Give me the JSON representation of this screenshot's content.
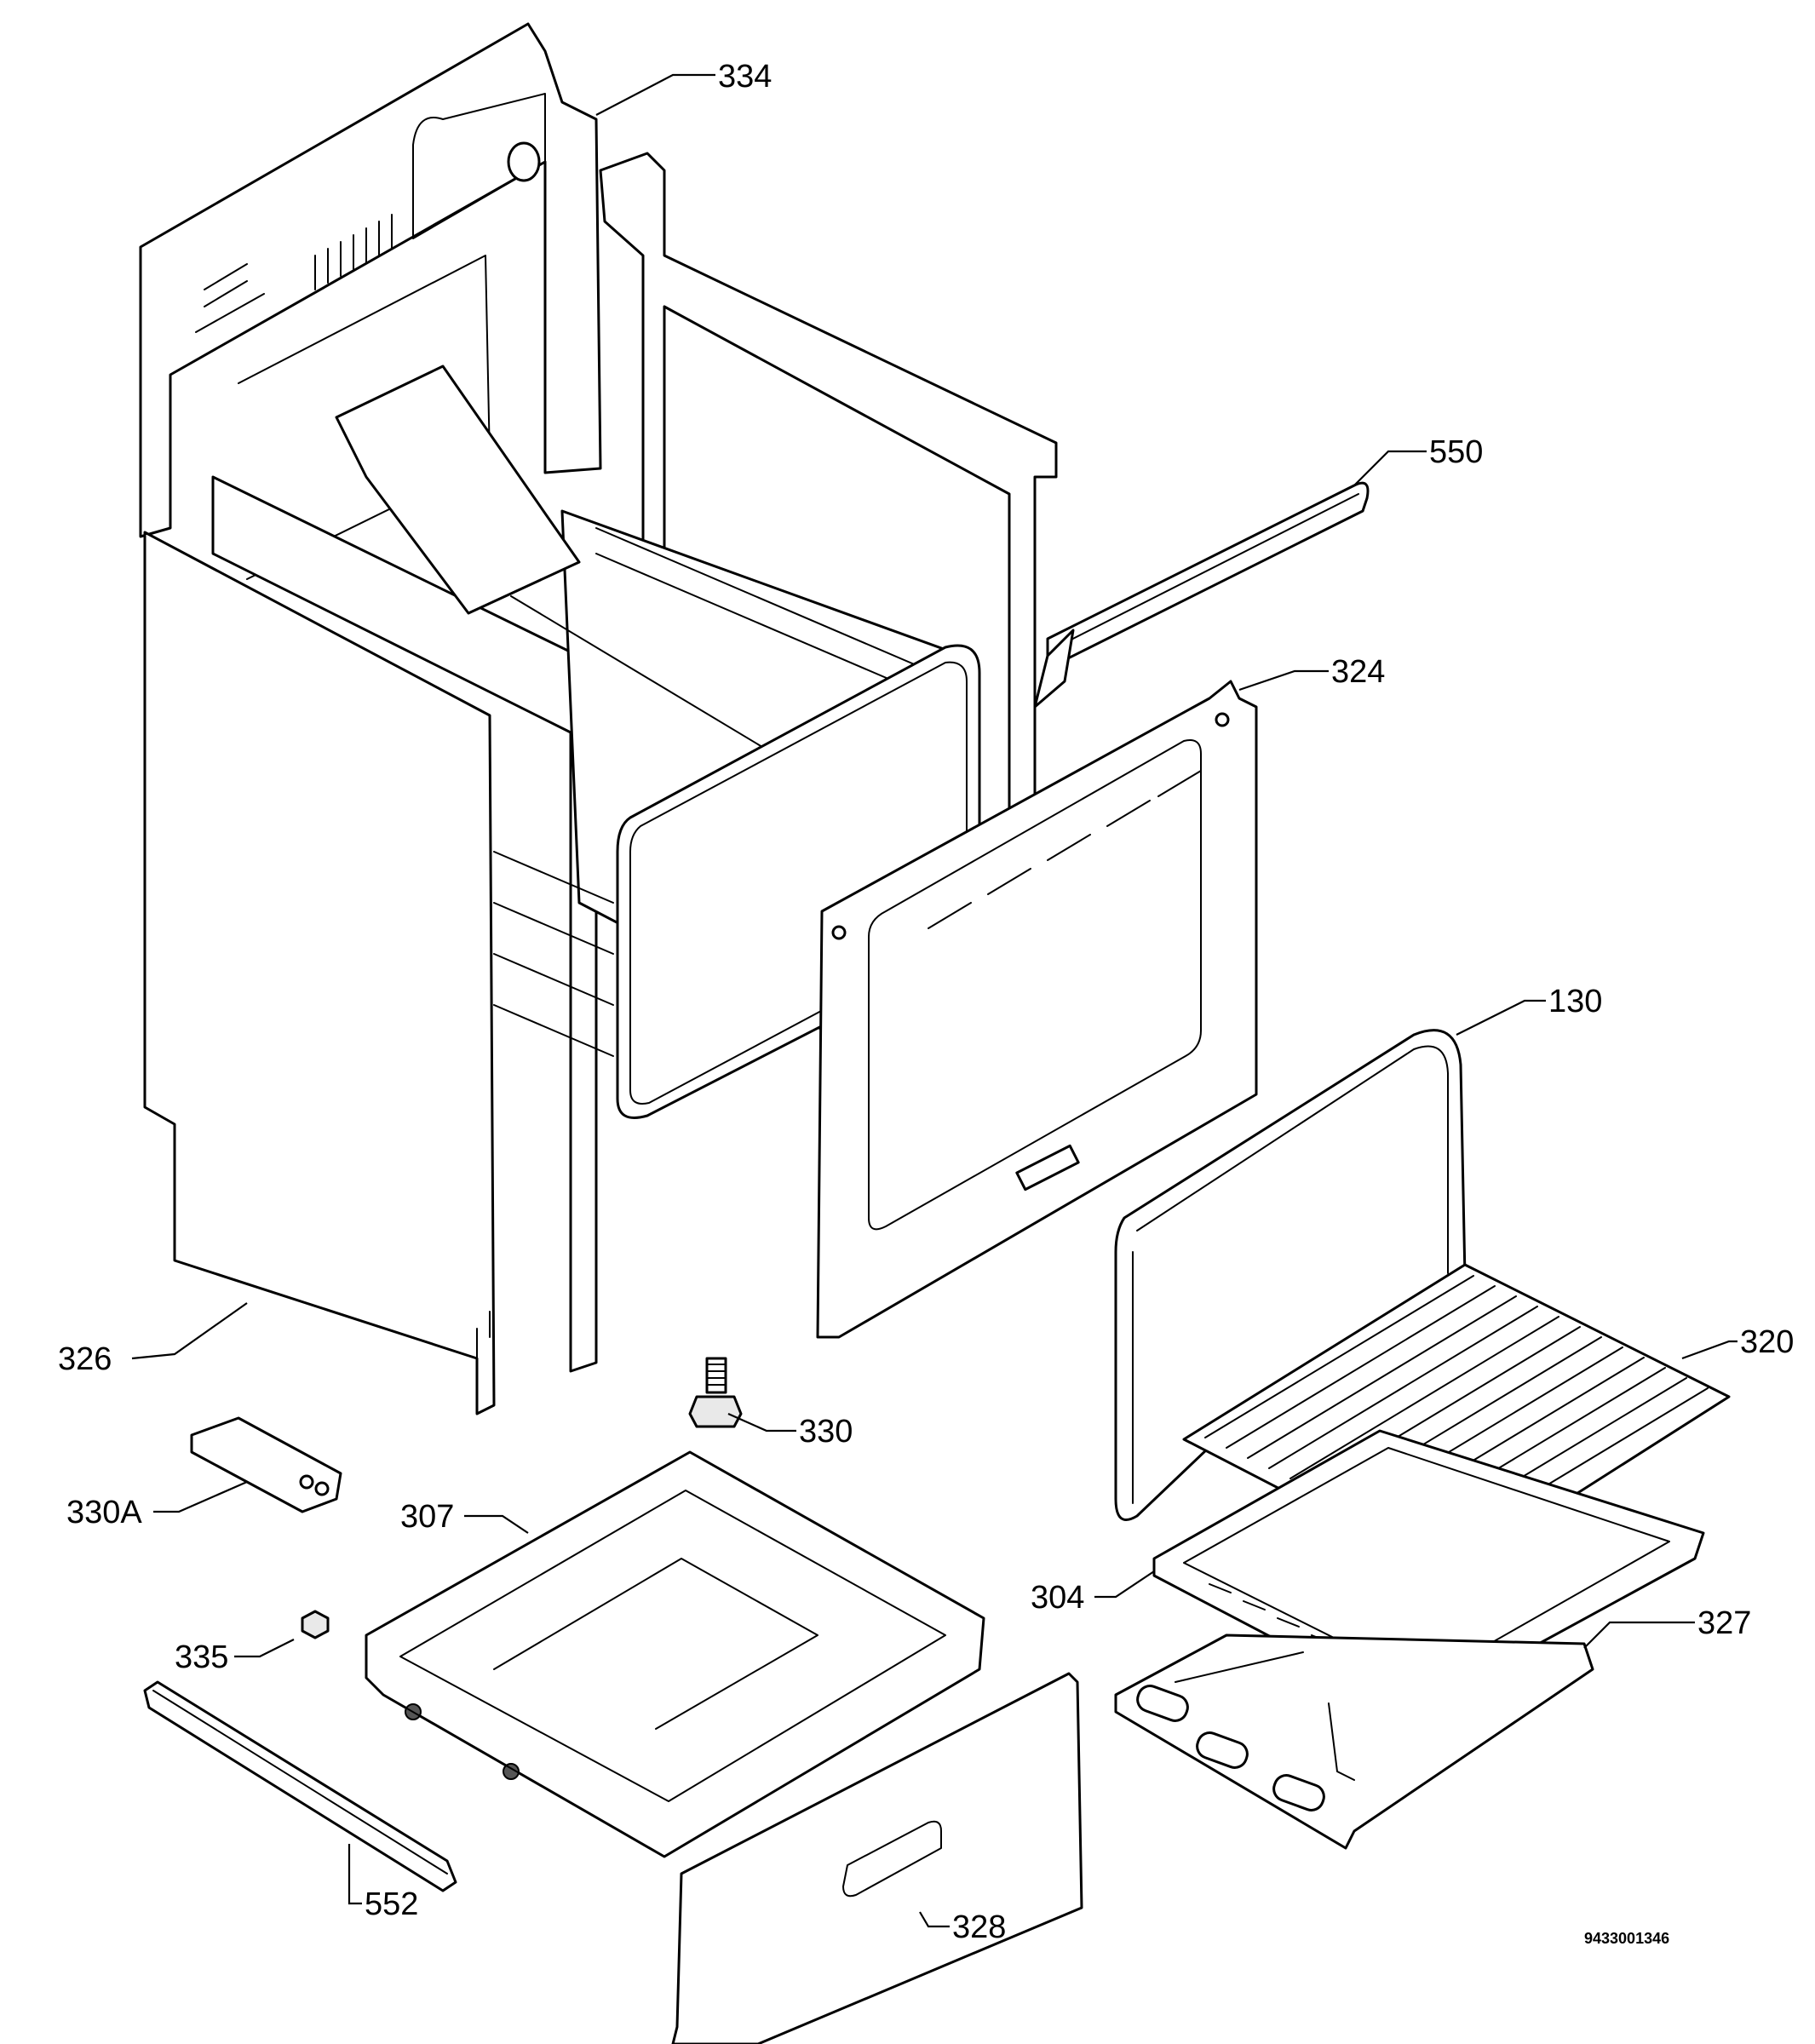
{
  "diagram": {
    "document_number": "9433001346",
    "callouts": {
      "c334": "334",
      "c550": "550",
      "c324": "324",
      "c130": "130",
      "c320": "320",
      "c326": "326",
      "c330": "330",
      "c330A": "330A",
      "c307": "307",
      "c304": "304",
      "c327": "327",
      "c335": "335",
      "c552": "552",
      "c328": "328"
    }
  }
}
